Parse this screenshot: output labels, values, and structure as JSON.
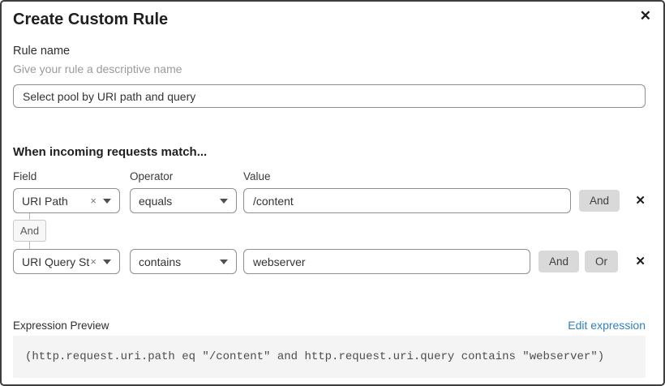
{
  "dialog": {
    "title": "Create Custom Rule"
  },
  "icons": {
    "close": "✕",
    "clear": "×",
    "delete_row": "✕"
  },
  "rule_name": {
    "label": "Rule name",
    "helper": "Give your rule a descriptive name",
    "value": "Select pool by URI path and query"
  },
  "match_section": {
    "heading": "When incoming requests match...",
    "columns": {
      "field": "Field",
      "operator": "Operator",
      "value": "Value"
    },
    "connector_label": "And",
    "rows": [
      {
        "field": "URI Path",
        "operator": "equals",
        "value": "/content",
        "connectors": [
          "And"
        ]
      },
      {
        "field": "URI Query St...",
        "operator": "contains",
        "value": "webserver",
        "connectors": [
          "And",
          "Or"
        ]
      }
    ]
  },
  "expression": {
    "label": "Expression Preview",
    "edit_link": "Edit expression",
    "preview": "(http.request.uri.path eq \"/content\" and http.request.uri.query contains \"webserver\")"
  },
  "colors": {
    "accent_link": "#3180bc",
    "button_bg": "#d9d9d9",
    "code_bg": "#f4f4f4",
    "border_dark": "#3d3d3d",
    "input_border": "#8f8f8f"
  }
}
